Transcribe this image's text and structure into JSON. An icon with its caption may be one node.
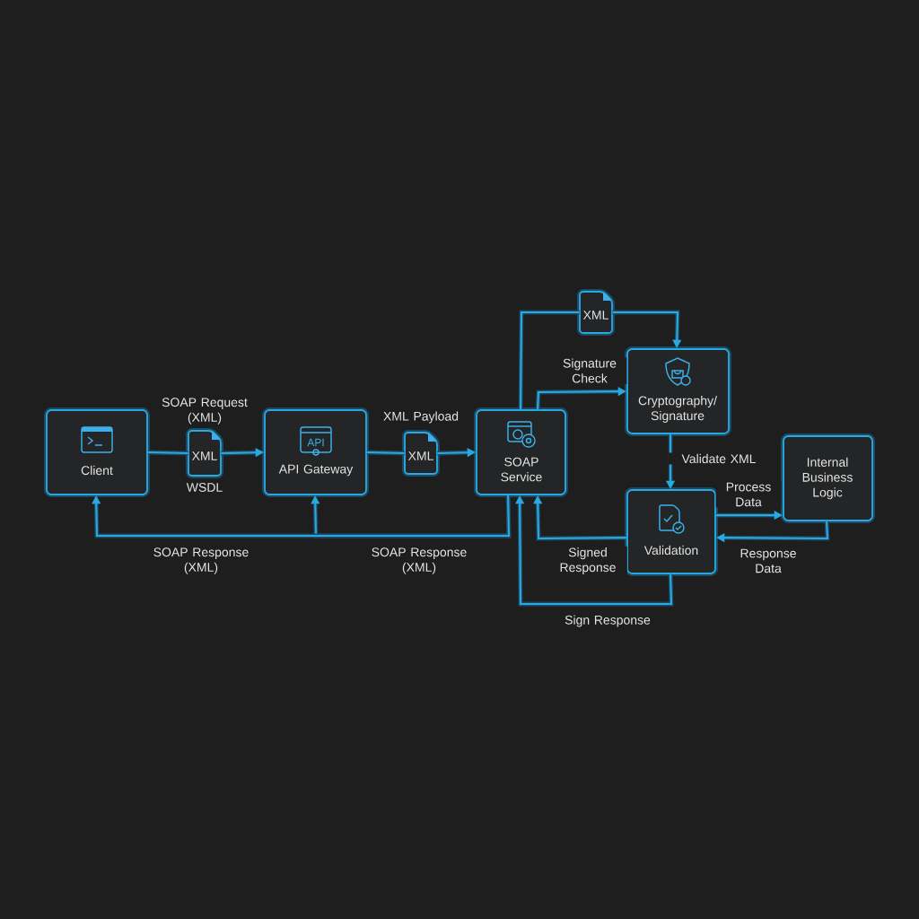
{
  "diagram": {
    "nodes": [
      {
        "text": [
          "Client"
        ]
      },
      {
        "text": [
          "XML"
        ],
        "beside": [
          "SOAP Request (XML)",
          "WSDL"
        ]
      },
      {
        "text": [
          "API Gateway"
        ]
      },
      {
        "text": [
          "XML"
        ],
        "beside": [
          "XML Payload"
        ]
      },
      {
        "text": [
          "SOAP Service"
        ]
      },
      {
        "text": [
          "XML"
        ]
      },
      {
        "text": [
          "Cryptography/ Signature"
        ]
      },
      {
        "text": [
          "Internal Business Logic"
        ]
      },
      {
        "text": [
          "Validation"
        ]
      }
    ],
    "edges": [
      {
        "from": 0,
        "to": 1,
        "arrow": "none"
      },
      {
        "from": 1,
        "to": 2,
        "arrow": "to"
      },
      {
        "from": 2,
        "to": 3,
        "arrow": "none"
      },
      {
        "from": 3,
        "to": 4,
        "arrow": "to"
      },
      {
        "from": 4,
        "to": 2,
        "arrow": "to",
        "label": "SOAP Response (XML)"
      },
      {
        "from": 4,
        "to": 0,
        "arrow": "to",
        "label": "SOAP Response (XML)"
      },
      {
        "from": 4,
        "to": 5,
        "arrow": "none"
      },
      {
        "from": 5,
        "to": 6,
        "arrow": "to"
      },
      {
        "from": 4,
        "to": 6,
        "arrow": "to",
        "label": "Signature Check"
      },
      {
        "from": 6,
        "to": 8,
        "arrow": "to",
        "label": "Validate XML"
      },
      {
        "from": 8,
        "to": 7,
        "arrow": "to",
        "label": "Process Data"
      },
      {
        "from": 7,
        "to": 8,
        "arrow": "to",
        "label": "Response Data"
      },
      {
        "from": 8,
        "to": 4,
        "arrow": "to",
        "label": "Signed Response"
      },
      {
        "from": 8,
        "to": 4,
        "arrow": "to",
        "label": "Sign Response"
      }
    ],
    "labels": [
      "API"
    ]
  }
}
